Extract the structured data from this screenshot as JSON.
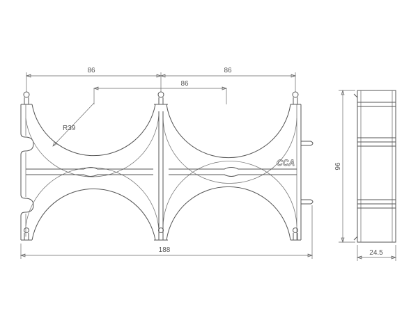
{
  "dimensions": {
    "top_left_pitch": "86",
    "top_right_pitch": "86",
    "center_offset": "86",
    "radius": "R39",
    "overall_width": "188",
    "height": "96",
    "depth": "24.5"
  },
  "logo": {
    "text": "CCA"
  },
  "colors": {
    "line": "#555555",
    "background": "#ffffff"
  }
}
